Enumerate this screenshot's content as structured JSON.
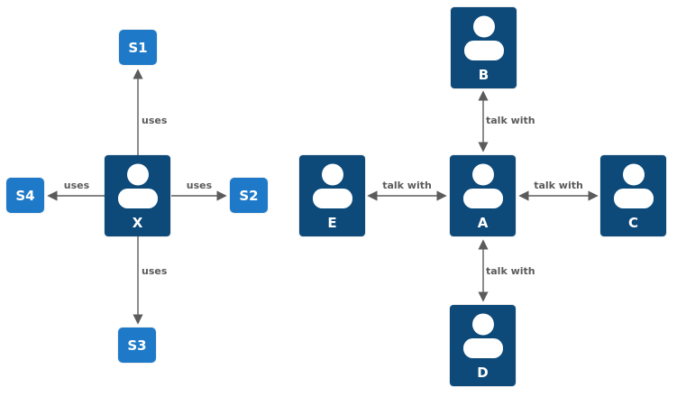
{
  "diagram": {
    "colors": {
      "person_node_fill": "#0d4a7a",
      "service_node_fill": "#1e7ac8",
      "node_text": "#ffffff",
      "edge_line": "#5b5b5b",
      "edge_label_text": "#5b5b5b",
      "background": "#ffffff"
    },
    "nodes": {
      "X": {
        "label": "X",
        "type": "person"
      },
      "S1": {
        "label": "S1",
        "type": "service"
      },
      "S2": {
        "label": "S2",
        "type": "service"
      },
      "S3": {
        "label": "S3",
        "type": "service"
      },
      "S4": {
        "label": "S4",
        "type": "service"
      },
      "A": {
        "label": "A",
        "type": "person"
      },
      "B": {
        "label": "B",
        "type": "person"
      },
      "C": {
        "label": "C",
        "type": "person"
      },
      "D": {
        "label": "D",
        "type": "person"
      },
      "E": {
        "label": "E",
        "type": "person"
      }
    },
    "edges": [
      {
        "from": "X",
        "to": "S1",
        "label": "uses",
        "arrows": "one-way"
      },
      {
        "from": "X",
        "to": "S2",
        "label": "uses",
        "arrows": "one-way"
      },
      {
        "from": "X",
        "to": "S4",
        "label": "uses",
        "arrows": "one-way"
      },
      {
        "from": "X",
        "to": "S3",
        "label": "uses",
        "arrows": "one-way"
      },
      {
        "from": "B",
        "to": "A",
        "label": "talk with",
        "arrows": "two-way"
      },
      {
        "from": "E",
        "to": "A",
        "label": "talk with",
        "arrows": "two-way"
      },
      {
        "from": "A",
        "to": "C",
        "label": "talk with",
        "arrows": "two-way"
      },
      {
        "from": "A",
        "to": "D",
        "label": "talk with",
        "arrows": "two-way"
      }
    ]
  }
}
